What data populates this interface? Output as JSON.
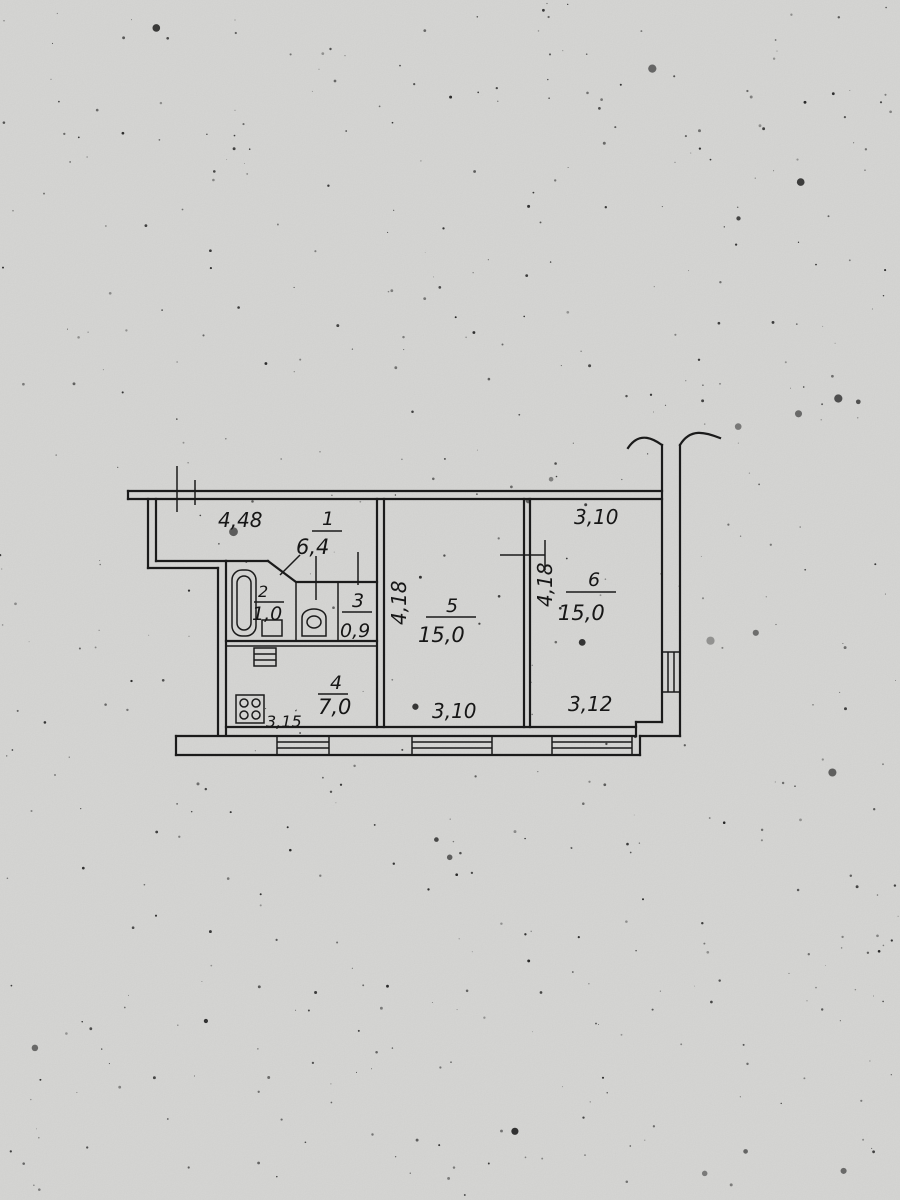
{
  "plan": {
    "dimensions": {
      "top_left": "4,48",
      "top_right": "3,10",
      "room5_left_side": "4,18",
      "room6_left_side": "4,18",
      "bottom_middle": "3,10",
      "bottom_right": "3,12",
      "kitchen_bottom": "3,15"
    },
    "rooms": [
      {
        "number": "1",
        "area": "6,4"
      },
      {
        "number": "2",
        "area": "1,0"
      },
      {
        "number": "3",
        "area": "0,9"
      },
      {
        "number": "4",
        "area": "7,0"
      },
      {
        "number": "5",
        "area": "15,0"
      },
      {
        "number": "6",
        "area": "15,0"
      }
    ]
  },
  "colors": {
    "paper": "#d4d4d2",
    "ink": "#1b1b1b"
  }
}
